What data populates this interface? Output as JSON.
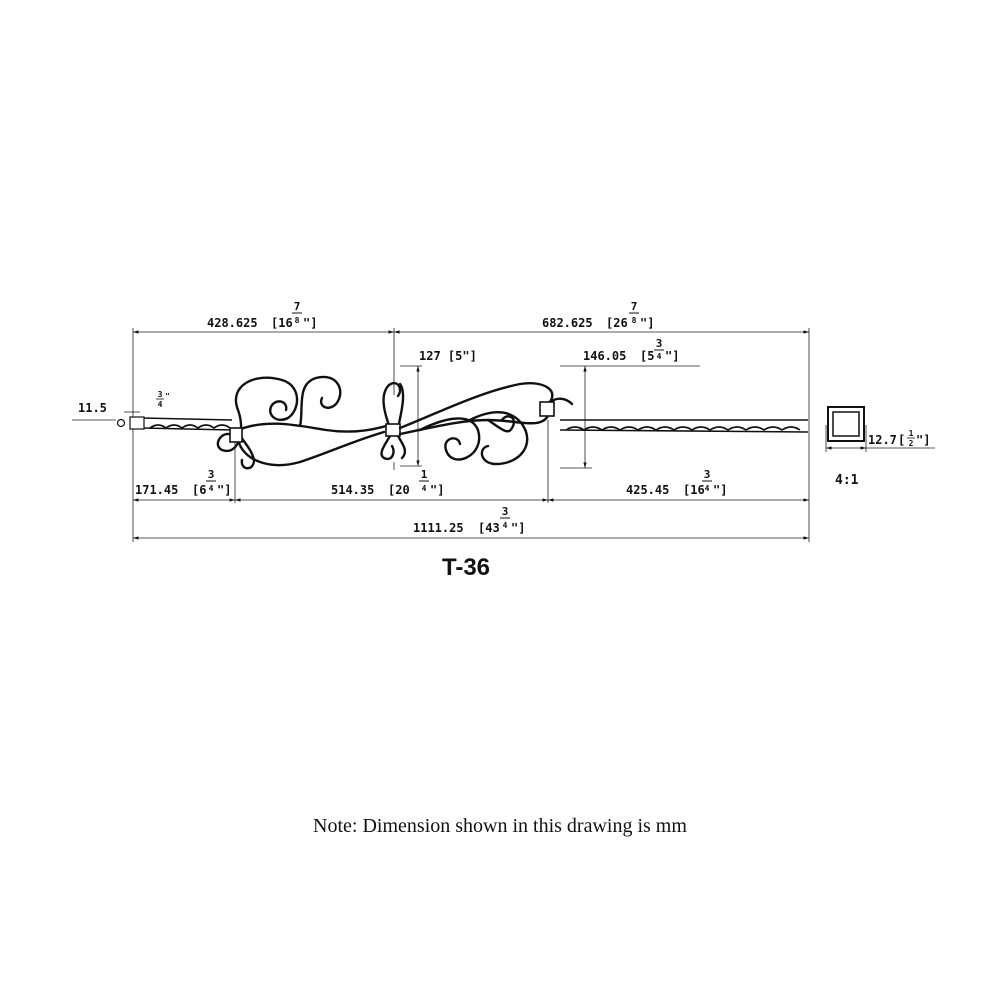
{
  "drawing": {
    "title": "T-36",
    "scale": "4:1",
    "note": "Note: Dimension shown in this drawing is mm"
  },
  "dimensions": {
    "top_left": {
      "value": "428.625",
      "whole": "[16",
      "num": "7",
      "den": "8",
      "close": "\"]"
    },
    "top_right": {
      "value": "682.625",
      "whole": "[26",
      "num": "7",
      "den": "8",
      "close": "\"]"
    },
    "center_height": {
      "label": "127 [5\"]"
    },
    "right_height": {
      "value": "146.05",
      "whole": "[5",
      "num": "3",
      "den": "4",
      "close": "\"]"
    },
    "tip_width": {
      "label": "11.5"
    },
    "tip_fraction": {
      "num": "3",
      "den": "4",
      "close": "\""
    },
    "bottom_left": {
      "value": "171.45",
      "whole": "[6",
      "num": "3",
      "den": "4",
      "close": "\"]"
    },
    "bottom_middle": {
      "value": "514.35",
      "whole": "[20",
      "num": "1",
      "den": "4",
      "close": "\"]"
    },
    "bottom_right": {
      "value": "425.45",
      "whole": "[16",
      "num": "3",
      "den": "4",
      "close": "\"]"
    },
    "overall": {
      "value": "1111.25",
      "whole": "[43",
      "num": "3",
      "den": "4",
      "close": "\"]"
    },
    "tube_size": {
      "value": "12.7",
      "open": "[",
      "num": "1",
      "den": "2",
      "close": "\"]"
    }
  }
}
